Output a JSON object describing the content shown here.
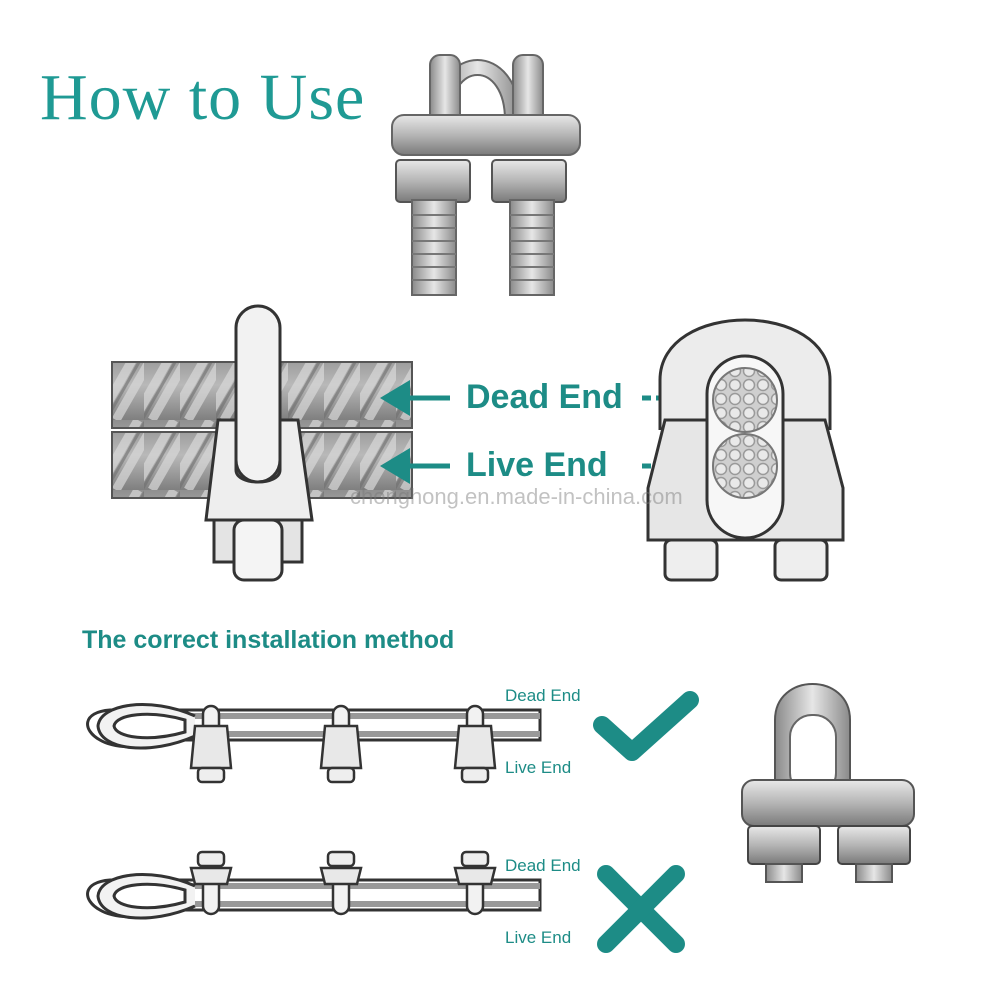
{
  "title": "How to Use",
  "diagram": {
    "dead_end_label": "Dead End",
    "live_end_label": "Live End",
    "watermark": "chonghong.en.made-in-china.com"
  },
  "installation": {
    "heading": "The correct installation method",
    "correct": {
      "dead_end_label": "Dead End",
      "live_end_label": "Live End",
      "mark": "check-icon"
    },
    "incorrect": {
      "dead_end_label": "Dead End",
      "live_end_label": "Live End",
      "mark": "cross-icon"
    }
  },
  "colors": {
    "accent": "#1d8c86",
    "steel": "#9a9a9a",
    "outline": "#333333"
  }
}
